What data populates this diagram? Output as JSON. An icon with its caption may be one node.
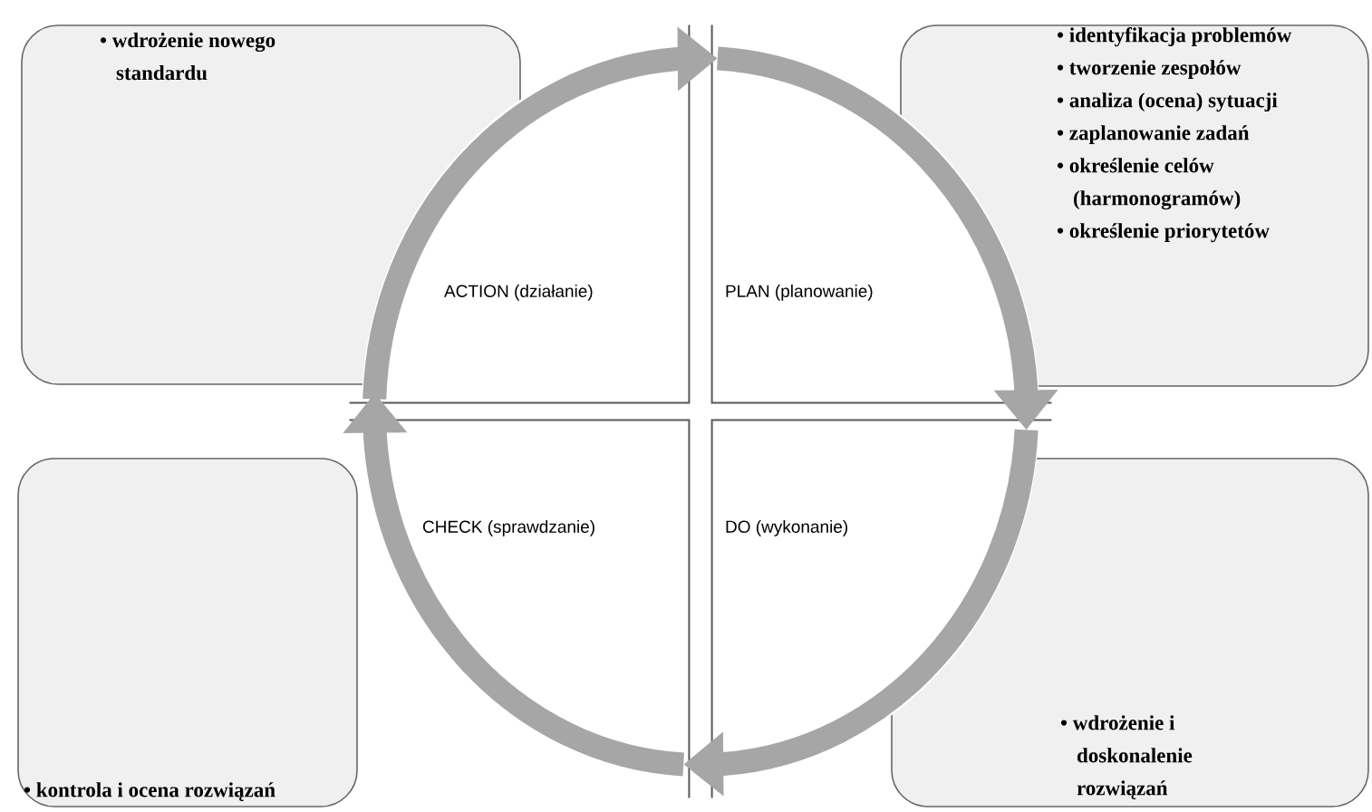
{
  "diagram": {
    "nodes": [
      {
        "text": [
          "• wdrożenie nowego standardu"
        ]
      },
      {
        "text": [
          "ACTION (działanie)"
        ]
      },
      {
        "text": [
          "PLAN (planowanie)"
        ]
      },
      {
        "text": [
          "• identyfikacja problemów",
          "• tworzenie zespołów",
          "• analiza (ocena) sytuacji",
          "• zaplanowanie zadań",
          "• określenie celów (harmonogramów)",
          "• określenie priorytetów"
        ]
      },
      {
        "text": [
          "• kontrola i ocena rozwiązań"
        ]
      },
      {
        "text": [
          "CHECK (sprawdzanie)"
        ]
      },
      {
        "text": [
          "DO (wykonanie)"
        ]
      },
      {
        "text": [
          "• wdrożenie i doskonalenie rozwiązań"
        ]
      }
    ],
    "edges": [
      {
        "from": 1,
        "to": 2,
        "arrow": "to"
      },
      {
        "from": 2,
        "to": 6,
        "arrow": "to"
      },
      {
        "from": 6,
        "to": 5,
        "arrow": "to"
      },
      {
        "from": 5,
        "to": 1,
        "arrow": "to"
      }
    ]
  }
}
